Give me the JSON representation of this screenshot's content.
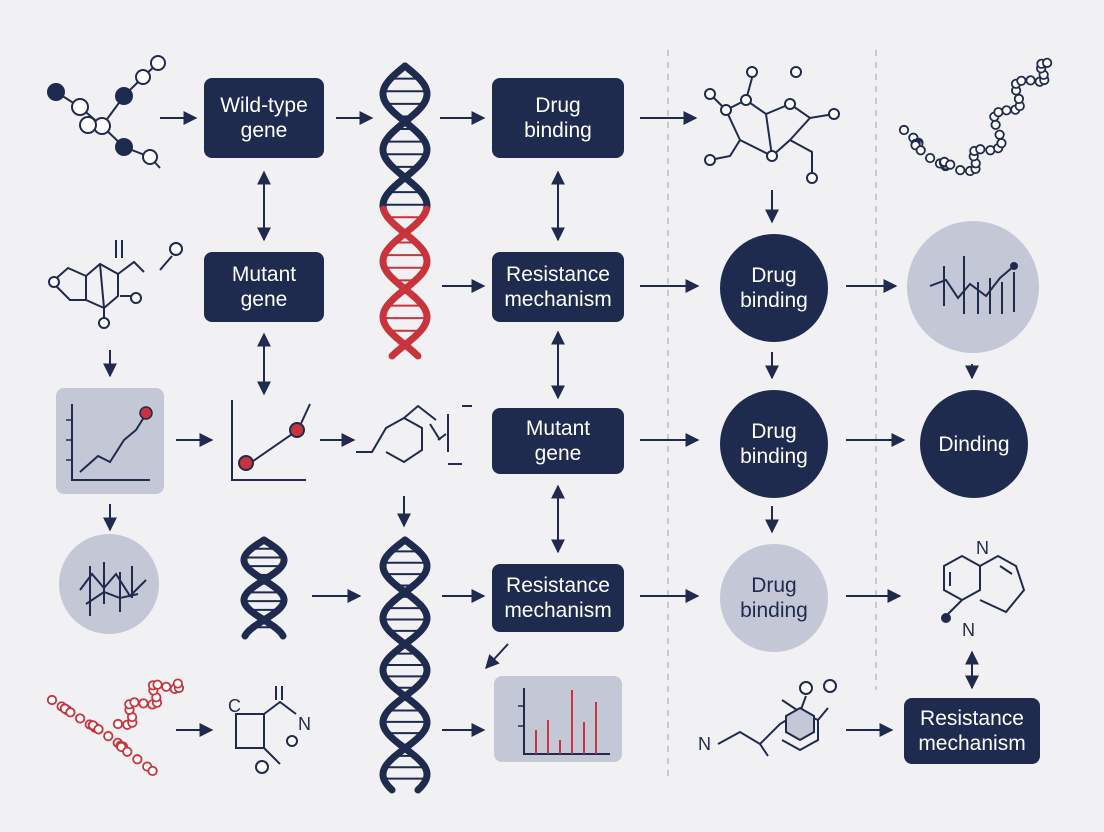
{
  "colors": {
    "navy": "#1f2a4f",
    "accent_red": "#c8333c",
    "light_gray": "#c3c7d6",
    "background": "#f1f1f3"
  },
  "nodes": {
    "wild_type_gene": "Wild-type\ngene",
    "mutant_gene_1": "Mutant\ngene",
    "mutant_gene_2": "Mutant\ngene",
    "drug_binding_box": "Drug\nbinding",
    "resistance_mechanism_1": "Resistance\nmechanism",
    "resistance_mechanism_2": "Resistance\nmechanism",
    "resistance_mechanism_3": "Resistance\nmechanism",
    "drug_binding_circle_1": "Drug\nbinding",
    "drug_binding_circle_2": "Drug\nbinding",
    "drug_binding_circle_3": "Drug\nbinding",
    "dinding_circle": "Dinding"
  },
  "molecule_labels": {
    "n_top": "N",
    "n_bottom": "N",
    "n_left": "N",
    "n_mid": "N",
    "c_label": "C"
  },
  "icons": [
    "molecule-chain-icon",
    "dna-helix-icon",
    "molecule-structure-icon",
    "protein-coil-icon",
    "line-chart-icon",
    "bar-chart-icon",
    "tree-chart-icon",
    "hexagon-molecule-icon"
  ]
}
